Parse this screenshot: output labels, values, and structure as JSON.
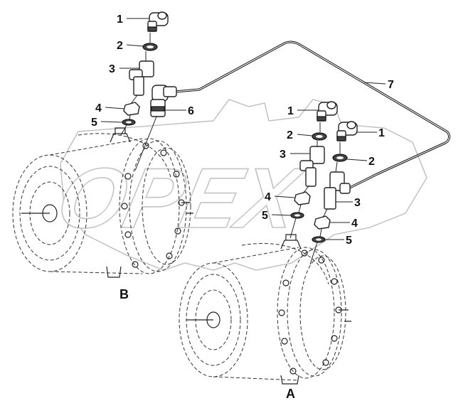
{
  "watermark": {
    "text": "OPEX"
  },
  "views": {
    "a": {
      "label": "A"
    },
    "b": {
      "label": "B"
    }
  },
  "callouts": {
    "b_1": "1",
    "b_2": "2",
    "b_3": "3",
    "b_4": "4",
    "b_5": "5",
    "b_6": "6",
    "pipe_7": "7",
    "a1_1": "1",
    "a1_2": "2",
    "a1_3": "3",
    "a1_4": "4",
    "a1_5": "5",
    "a2_1": "1",
    "a2_2": "2",
    "a2_3": "3",
    "a2_4": "4",
    "a2_5": "5"
  },
  "icons": {
    "fitting": "banjo-fitting-icon",
    "washer": "sealing-washer-icon",
    "tee": "tee-fitting-icon",
    "nut": "hex-nut-icon",
    "chamber": "brake-chamber-icon"
  }
}
